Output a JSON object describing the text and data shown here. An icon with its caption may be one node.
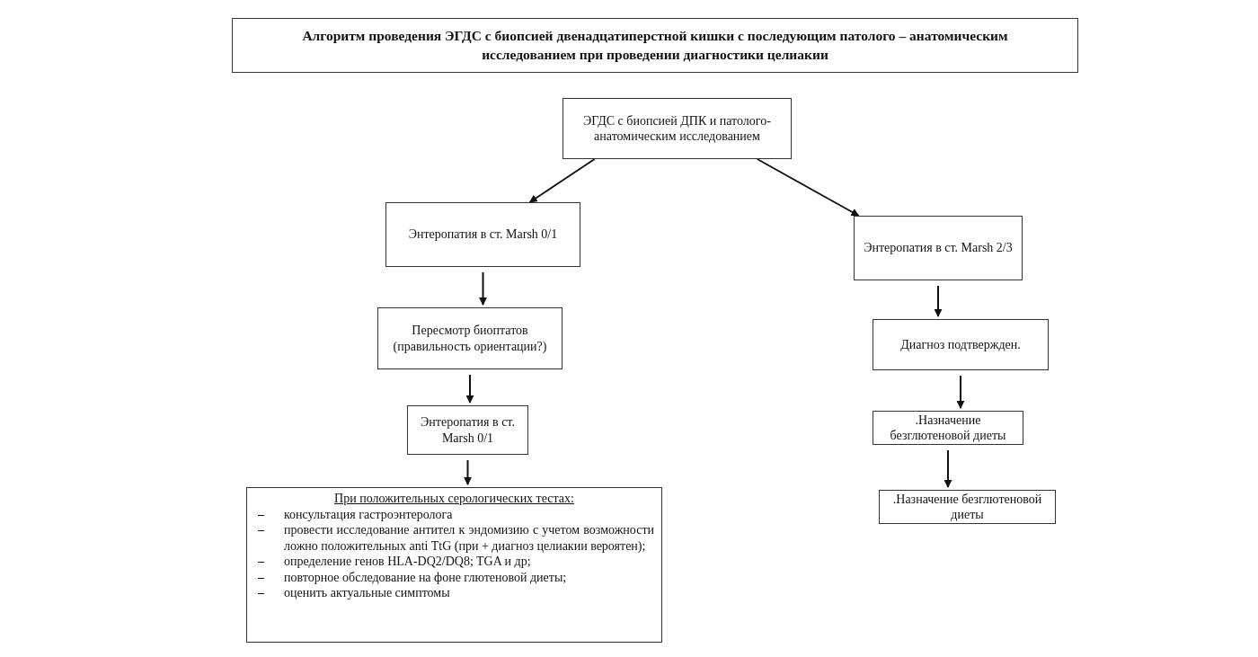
{
  "diagram": {
    "title": "Алгоритм проведения ЭГДС с биопсией двенадцатиперстной кишки с последующим патолого – анатомическим исследованием при проведении диагностики целиакии",
    "nodes": [
      {
        "text": [
          "ЭГДС с биопсией ДПК и патолого-анатомическим исследованием"
        ]
      },
      {
        "text": [
          "Энтеропатия в ст. Marsh 0/1"
        ]
      },
      {
        "text": [
          "Энтеропатия в ст. Marsh 2/3"
        ]
      },
      {
        "text": [
          "Пересмотр биоптатов (правильность ориентации?)"
        ]
      },
      {
        "text": [
          "Энтеропатия в ст. Marsh 0/1"
        ]
      },
      {
        "text": [
          "При положительных серологических тестах:",
          "консультация гастроэнтеролога",
          "провести исследование антител к эндомизию с учетом возможности ложно положительных anti TtG (при + диагноз целиакии вероятен);",
          "определение генов HLA-DQ2/DQ8; TGA и др;",
          "повторное обследование на фоне глютеновой диеты;",
          "оценить актуальные симптомы"
        ]
      },
      {
        "text": [
          "Диагноз подтвержден."
        ]
      },
      {
        "text": [
          ".Назначение безглютеновой диеты"
        ]
      },
      {
        "text": [
          ".Назначение безглютеновой диеты"
        ]
      }
    ],
    "edges": [
      {
        "from": 0,
        "to": 1,
        "arrow": "to"
      },
      {
        "from": 0,
        "to": 2,
        "arrow": "to"
      },
      {
        "from": 1,
        "to": 3,
        "arrow": "to"
      },
      {
        "from": 3,
        "to": 4,
        "arrow": "to"
      },
      {
        "from": 4,
        "to": 5,
        "arrow": "to"
      },
      {
        "from": 2,
        "to": 6,
        "arrow": "to"
      },
      {
        "from": 6,
        "to": 7,
        "arrow": "to"
      },
      {
        "from": 7,
        "to": 8,
        "arrow": "to"
      }
    ]
  }
}
